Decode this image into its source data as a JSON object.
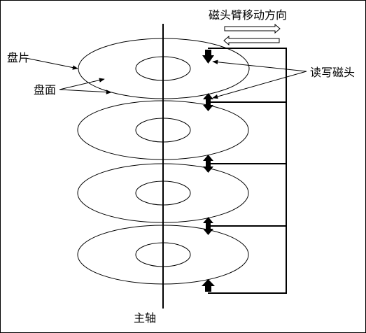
{
  "labels": {
    "platter": "盘片",
    "surface": "盘面",
    "spindle": "主轴",
    "read_write_head": "读写磁头",
    "arm_direction": "磁头臂移动方向"
  },
  "colors": {
    "stroke": "#000000",
    "background": "#ffffff"
  },
  "platter_count": 4
}
